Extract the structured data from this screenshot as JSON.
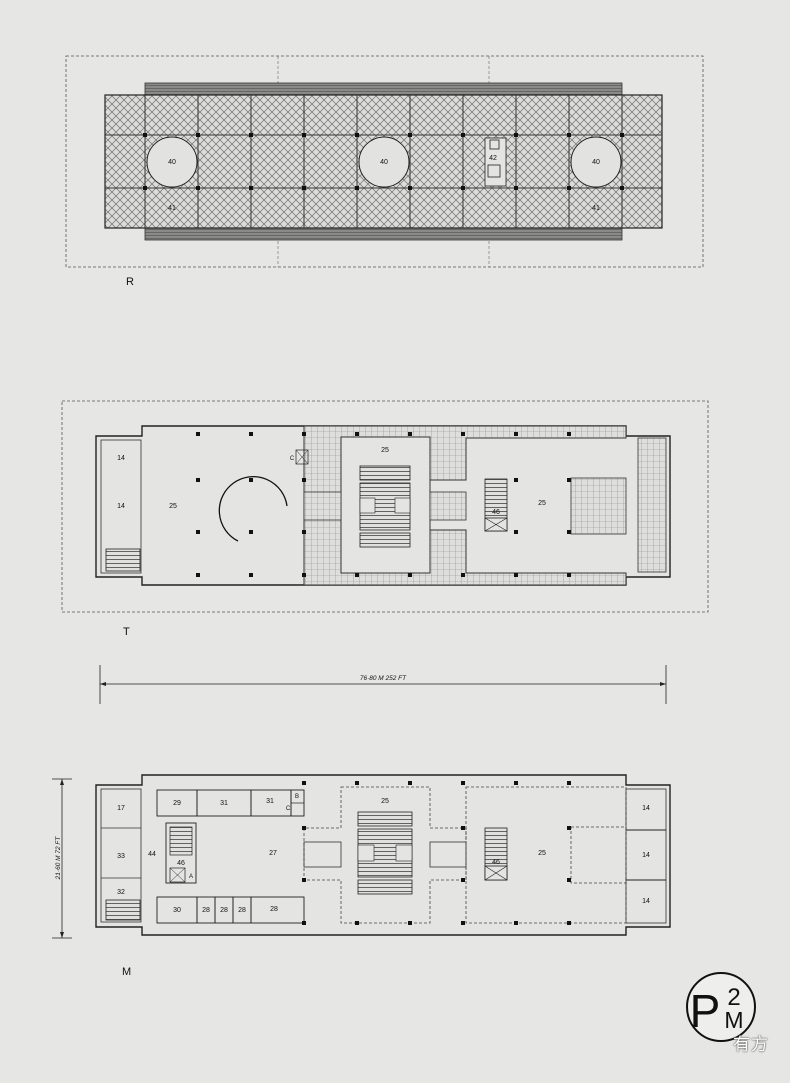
{
  "sheet": {
    "monogram": {
      "big": "P",
      "small_top": "2",
      "small_bottom": "M"
    },
    "watermark": "有方"
  },
  "plans": {
    "roof": {
      "label": "R",
      "rooms": {
        "dome_left": "40",
        "dome_center": "40",
        "dome_right": "40",
        "bay_left": "41",
        "bay_right": "41",
        "stair_mark": "42"
      }
    },
    "upper": {
      "label": "T",
      "rooms": {
        "left_top": "14",
        "left_mid": "14",
        "hall_left": "25",
        "center_top": "25",
        "stair": "46",
        "hall_right": "25",
        "small_c": "C"
      }
    },
    "main": {
      "label": "M",
      "rooms": {
        "r17": "17",
        "r33": "33",
        "r32": "32",
        "r44": "44",
        "r29": "29",
        "r31a": "31",
        "r31b": "31",
        "r46a": "46",
        "rA": "A",
        "rB": "B",
        "rC": "C",
        "r27": "27",
        "r30": "30",
        "r28a": "28",
        "r28b": "28",
        "r28c": "28",
        "r28d": "28",
        "center": "25",
        "r46b": "46",
        "right_hall": "25",
        "r14a": "14",
        "r14b": "14",
        "r14c": "14"
      }
    }
  },
  "dimensions": {
    "width": "76·80 M   252 FT",
    "height": "21·60 M   72 FT"
  }
}
